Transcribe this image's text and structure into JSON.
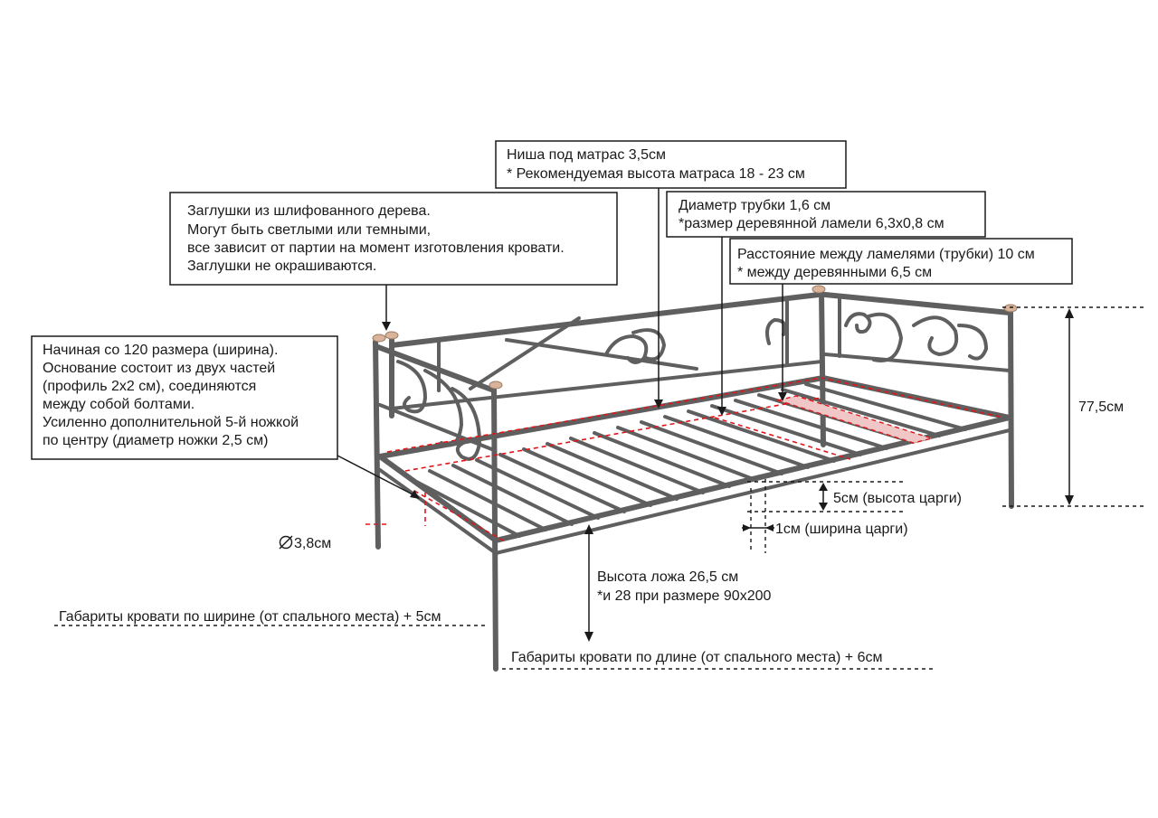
{
  "callouts": {
    "niche": {
      "line1": "Ниша под матрас 3,5см",
      "line2": "* Рекомендуемая высота матраса 18 - 23 см"
    },
    "tube": {
      "line1": "Диаметр трубки 1,6 см",
      "line2": "*размер деревянной ламели 6,3х0,8 см"
    },
    "spacing": {
      "line1": "Расстояние между ламелями (трубки) 10 см",
      "line2": "* между деревянными 6,5 см"
    },
    "plugs": {
      "line1": "Заглушки из шлифованного дерева.",
      "line2": "Могут быть светлыми или темными,",
      "line3": "все зависит от партии на момент изготовления кровати.",
      "line4": "Заглушки не окрашиваются."
    },
    "base": {
      "line1": "Начиная со 120 размера (ширина).",
      "line2": "Основание состоит из двух частей",
      "line3": "(профиль 2х2 см), соединяются",
      "line4": "между собой болтами.",
      "line5": "Усиленно дополнительной 5-й ножкой",
      "line6": "по центру (диаметр ножки 2,5 см)"
    }
  },
  "labels": {
    "height_total": "77,5см",
    "rail_height": "5см (высота царги)",
    "rail_width": "1см (ширина царги)",
    "leg_diameter": "3,8см",
    "bed_height_line1": "Высота ложа 26,5 см",
    "bed_height_line2": "*и 28 при размере 90х200",
    "width_overall": "Габариты кровати по ширине (от спального места) + 5см",
    "length_overall": "Габариты кровати по длине (от спального места) + 6см"
  },
  "colors": {
    "frame": "#5f5f5f",
    "wood_plug": "#d9b49a",
    "guide_red": "#e0161a",
    "ink": "#1a1a1a"
  },
  "icons": {
    "diameter": "diameter-symbol"
  }
}
